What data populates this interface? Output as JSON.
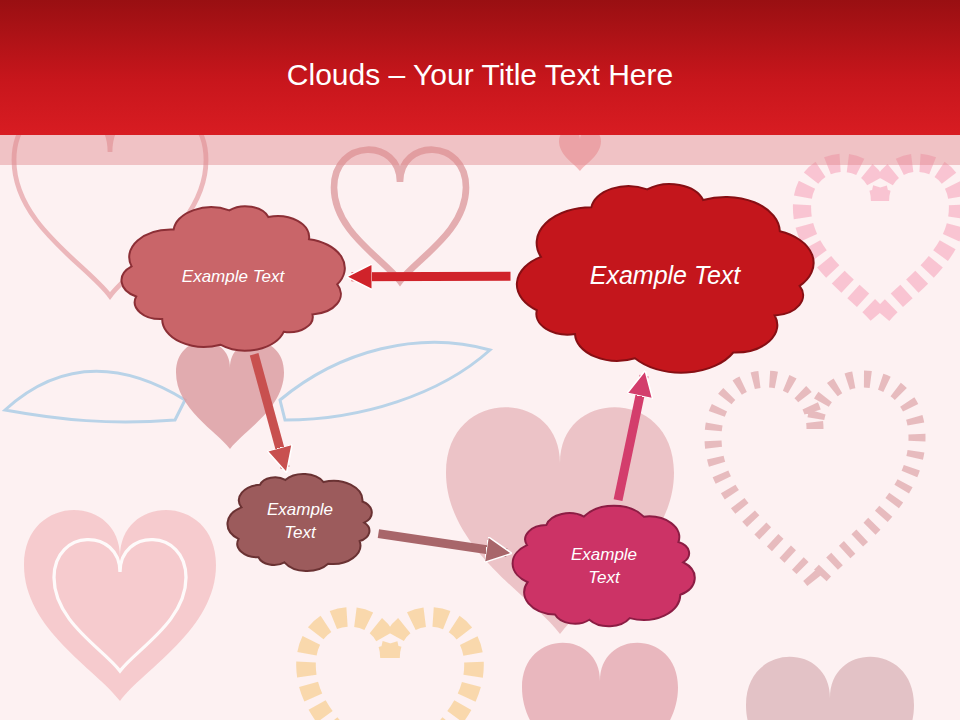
{
  "diagram": {
    "title": "Clouds – Your Title Text Here",
    "nodes": [
      {
        "text": [
          "Example Text"
        ]
      },
      {
        "text": [
          "Example Text"
        ]
      },
      {
        "text": [
          "Example Text"
        ]
      },
      {
        "text": [
          "Example Text"
        ]
      }
    ],
    "edges": [
      {
        "from": 1,
        "to": 0,
        "arrow": "to"
      },
      {
        "from": 0,
        "to": 2,
        "arrow": "to"
      },
      {
        "from": 2,
        "to": 3,
        "arrow": "to"
      },
      {
        "from": 3,
        "to": 1,
        "arrow": "to"
      }
    ]
  }
}
